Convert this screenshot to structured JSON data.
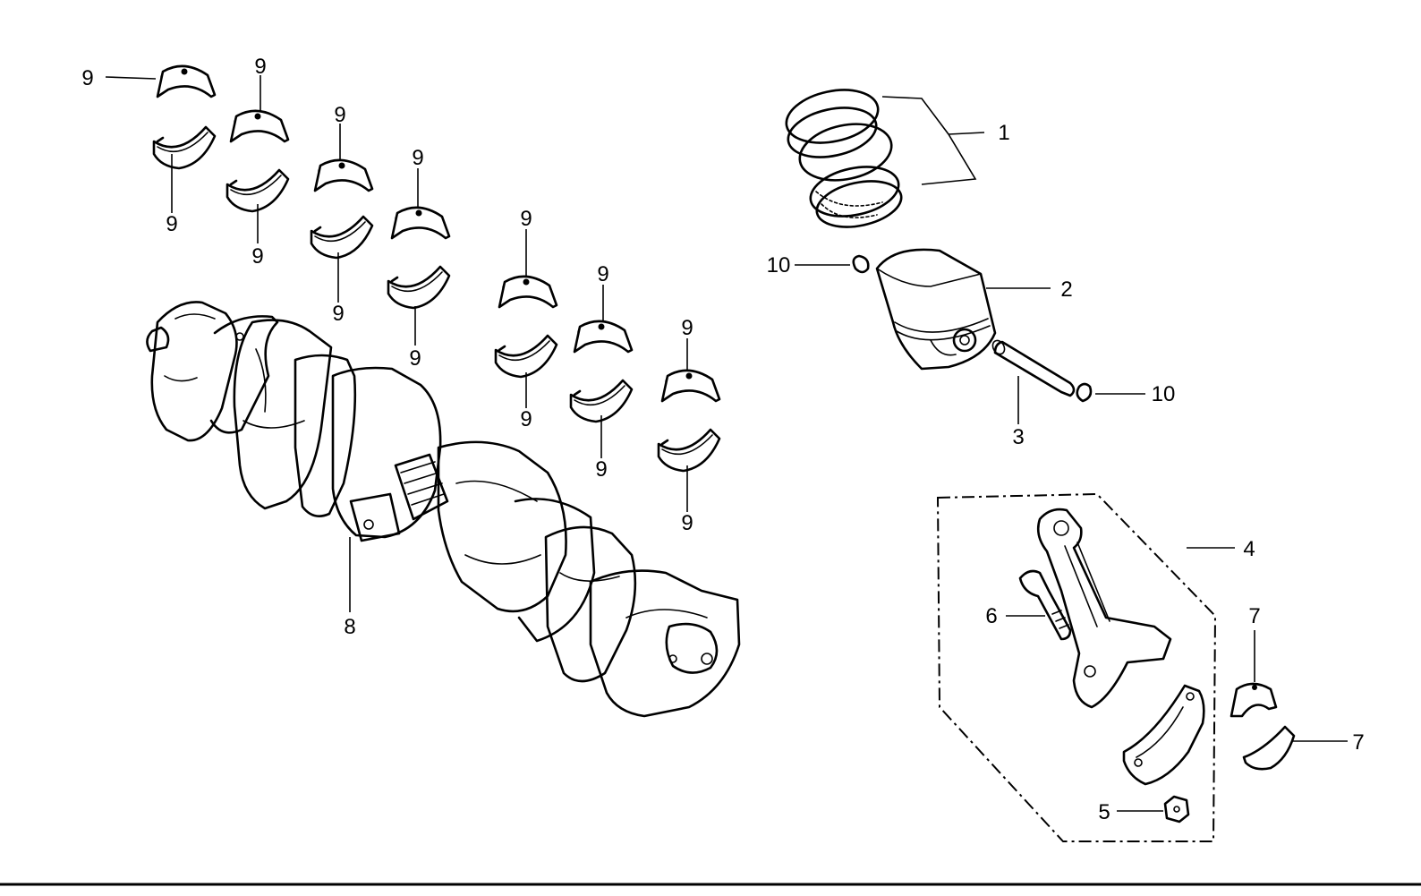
{
  "diagram": {
    "labels": {
      "piston_rings": "1",
      "piston": "2",
      "piston_pin": "3",
      "connecting_rod_assembly": "4",
      "rod_nut": "5",
      "rod_bolt": "6",
      "rod_bearing": "7",
      "crankshaft": "8",
      "main_bearing": "9",
      "pin_clip": "10"
    }
  },
  "colors": {
    "line": "#000000",
    "background": "#ffffff"
  }
}
